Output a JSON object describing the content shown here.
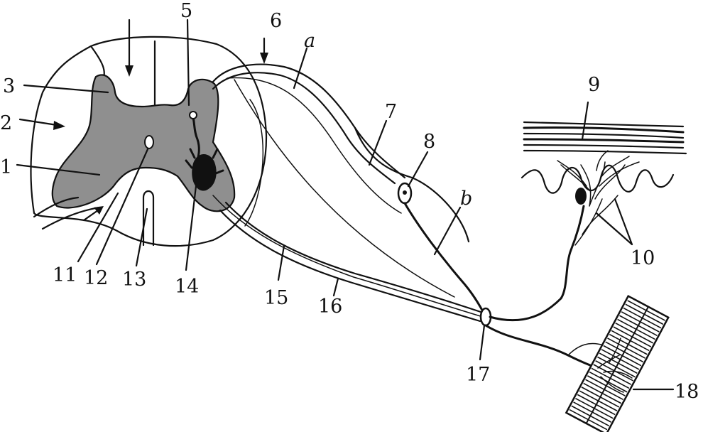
{
  "diagram": {
    "labels": [
      {
        "key": "l1",
        "text": "1"
      },
      {
        "key": "l2",
        "text": "2"
      },
      {
        "key": "l3",
        "text": "3"
      },
      {
        "key": "l5",
        "text": "5"
      },
      {
        "key": "l6",
        "text": "6"
      },
      {
        "key": "la",
        "text": "a"
      },
      {
        "key": "l7",
        "text": "7"
      },
      {
        "key": "l8",
        "text": "8"
      },
      {
        "key": "lb",
        "text": "b"
      },
      {
        "key": "l9",
        "text": "9"
      },
      {
        "key": "l10",
        "text": "10"
      },
      {
        "key": "l11",
        "text": "11"
      },
      {
        "key": "l12",
        "text": "12"
      },
      {
        "key": "l13",
        "text": "13"
      },
      {
        "key": "l14",
        "text": "14"
      },
      {
        "key": "l15",
        "text": "15"
      },
      {
        "key": "l16",
        "text": "16"
      },
      {
        "key": "l17",
        "text": "17"
      },
      {
        "key": "l18",
        "text": "18"
      }
    ]
  }
}
